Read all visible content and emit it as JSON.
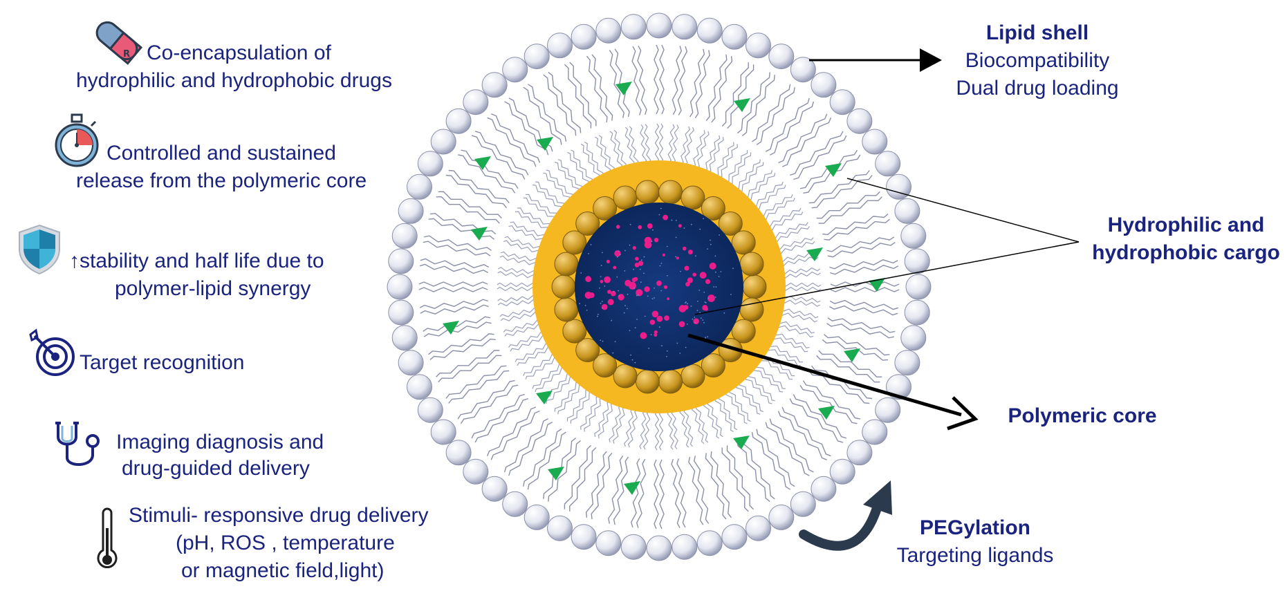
{
  "features": [
    {
      "icon": "capsule-icon",
      "lines": [
        "Co-encapsulation of",
        "hydrophilic and hydrophobic drugs"
      ]
    },
    {
      "icon": "stopwatch-icon",
      "lines": [
        "Controlled and sustained",
        "release from the polymeric core"
      ]
    },
    {
      "icon": "shield-icon",
      "lines": [
        "↑stability and half life due to",
        "polymer-lipid synergy"
      ]
    },
    {
      "icon": "target-icon",
      "lines": [
        "Target recognition"
      ]
    },
    {
      "icon": "stethoscope-icon",
      "lines": [
        "Imaging diagnosis and",
        "drug-guided delivery"
      ]
    },
    {
      "icon": "thermometer-icon",
      "lines": [
        "Stimuli- responsive drug delivery",
        "(pH, ROS , temperature",
        "or magnetic field,light)"
      ]
    }
  ],
  "labels": {
    "lipid_shell": {
      "title": "Lipid shell",
      "lines": [
        "Biocompatibility",
        "Dual drug loading"
      ]
    },
    "cargo": {
      "lines": [
        "Hydrophilic and",
        "hydrophobic cargo"
      ]
    },
    "core": {
      "title": "Polymeric core"
    },
    "pegylation": {
      "title": "PEGylation",
      "lines": [
        "Targeting ligands"
      ]
    }
  },
  "colors": {
    "text": "#1a237e",
    "core": "#0d2d6b",
    "core_dots": "#e91e8c",
    "lipid_layer": "#f5b820",
    "cargo_marks": "#1aaa4f",
    "heads": "#d8dae8",
    "arrow": "#000000",
    "curved_arrow": "#2b3a4d"
  }
}
